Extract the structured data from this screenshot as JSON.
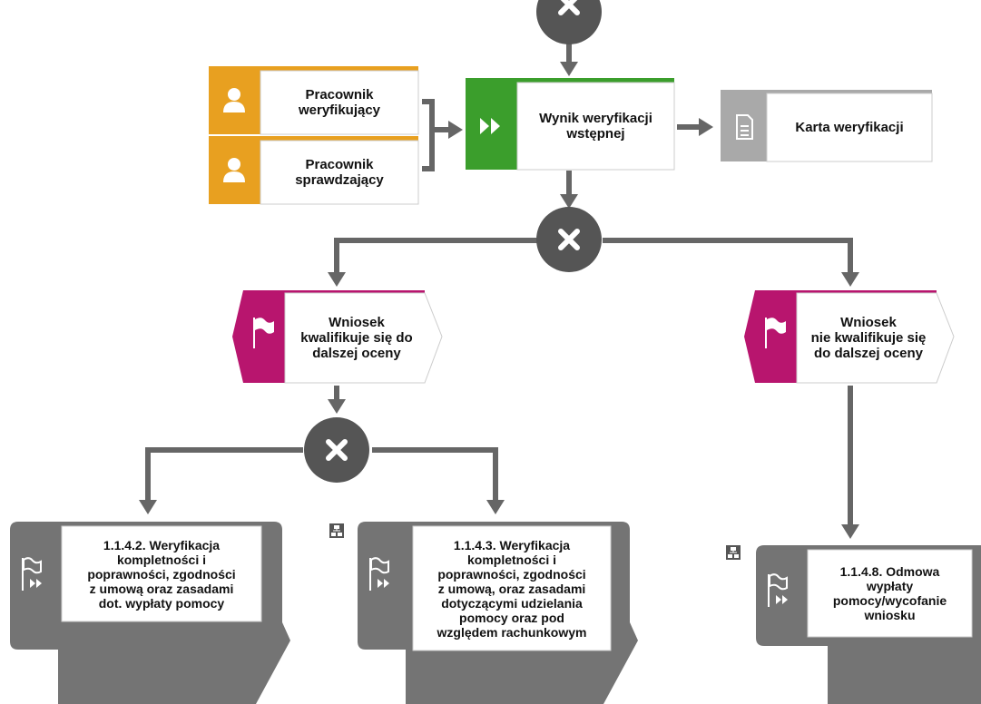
{
  "colors": {
    "connector": "#666666",
    "gateway": "#555555",
    "role_accent": "#E8A020",
    "function_accent": "#3B9E2C",
    "document_accent": "#A9A9A9",
    "event_accent": "#B8156E",
    "process_interface": "#747474"
  },
  "roles": [
    {
      "label": "Pracownik\nweryfikujący",
      "icon": "person-icon"
    },
    {
      "label": "Pracownik\nsprawdzający",
      "icon": "person-icon"
    }
  ],
  "function": {
    "label": "Wynik weryfikacji\nwstępnej",
    "icon": "fast-forward-icon"
  },
  "document": {
    "label": "Karta weryfikacji",
    "icon": "document-icon"
  },
  "events": [
    {
      "label": "Wniosek\nkwalifikuje się do\ndalszej oceny",
      "icon": "flag-icon"
    },
    {
      "label": "Wniosek\nnie kwalifikuje się\ndo dalszej oceny",
      "icon": "flag-icon"
    }
  ],
  "processes": [
    {
      "label": "1.1.4.2. Weryfikacja\nkompletności i\npoprawności, zgodności\nz umową oraz zasadami\ndot. wypłaty pomocy",
      "icon": "process-flag-icon",
      "has_hierarchy_icon": false
    },
    {
      "label": "1.1.4.3. Weryfikacja\nkompletności i\npoprawności, zgodności\nz umową, oraz zasadami\ndotyczącymi udzielania\npomocy oraz pod\nwzględem rachunkowym",
      "icon": "process-flag-icon",
      "has_hierarchy_icon": true
    },
    {
      "label": "1.1.4.8. Odmowa\nwypłaty\npomocy/wycofanie\nwniosku",
      "icon": "process-flag-icon",
      "has_hierarchy_icon": true
    }
  ],
  "gateways": [
    {
      "type": "xor",
      "icon": "x-icon"
    },
    {
      "type": "xor",
      "icon": "x-icon"
    },
    {
      "type": "xor",
      "icon": "x-icon"
    }
  ]
}
